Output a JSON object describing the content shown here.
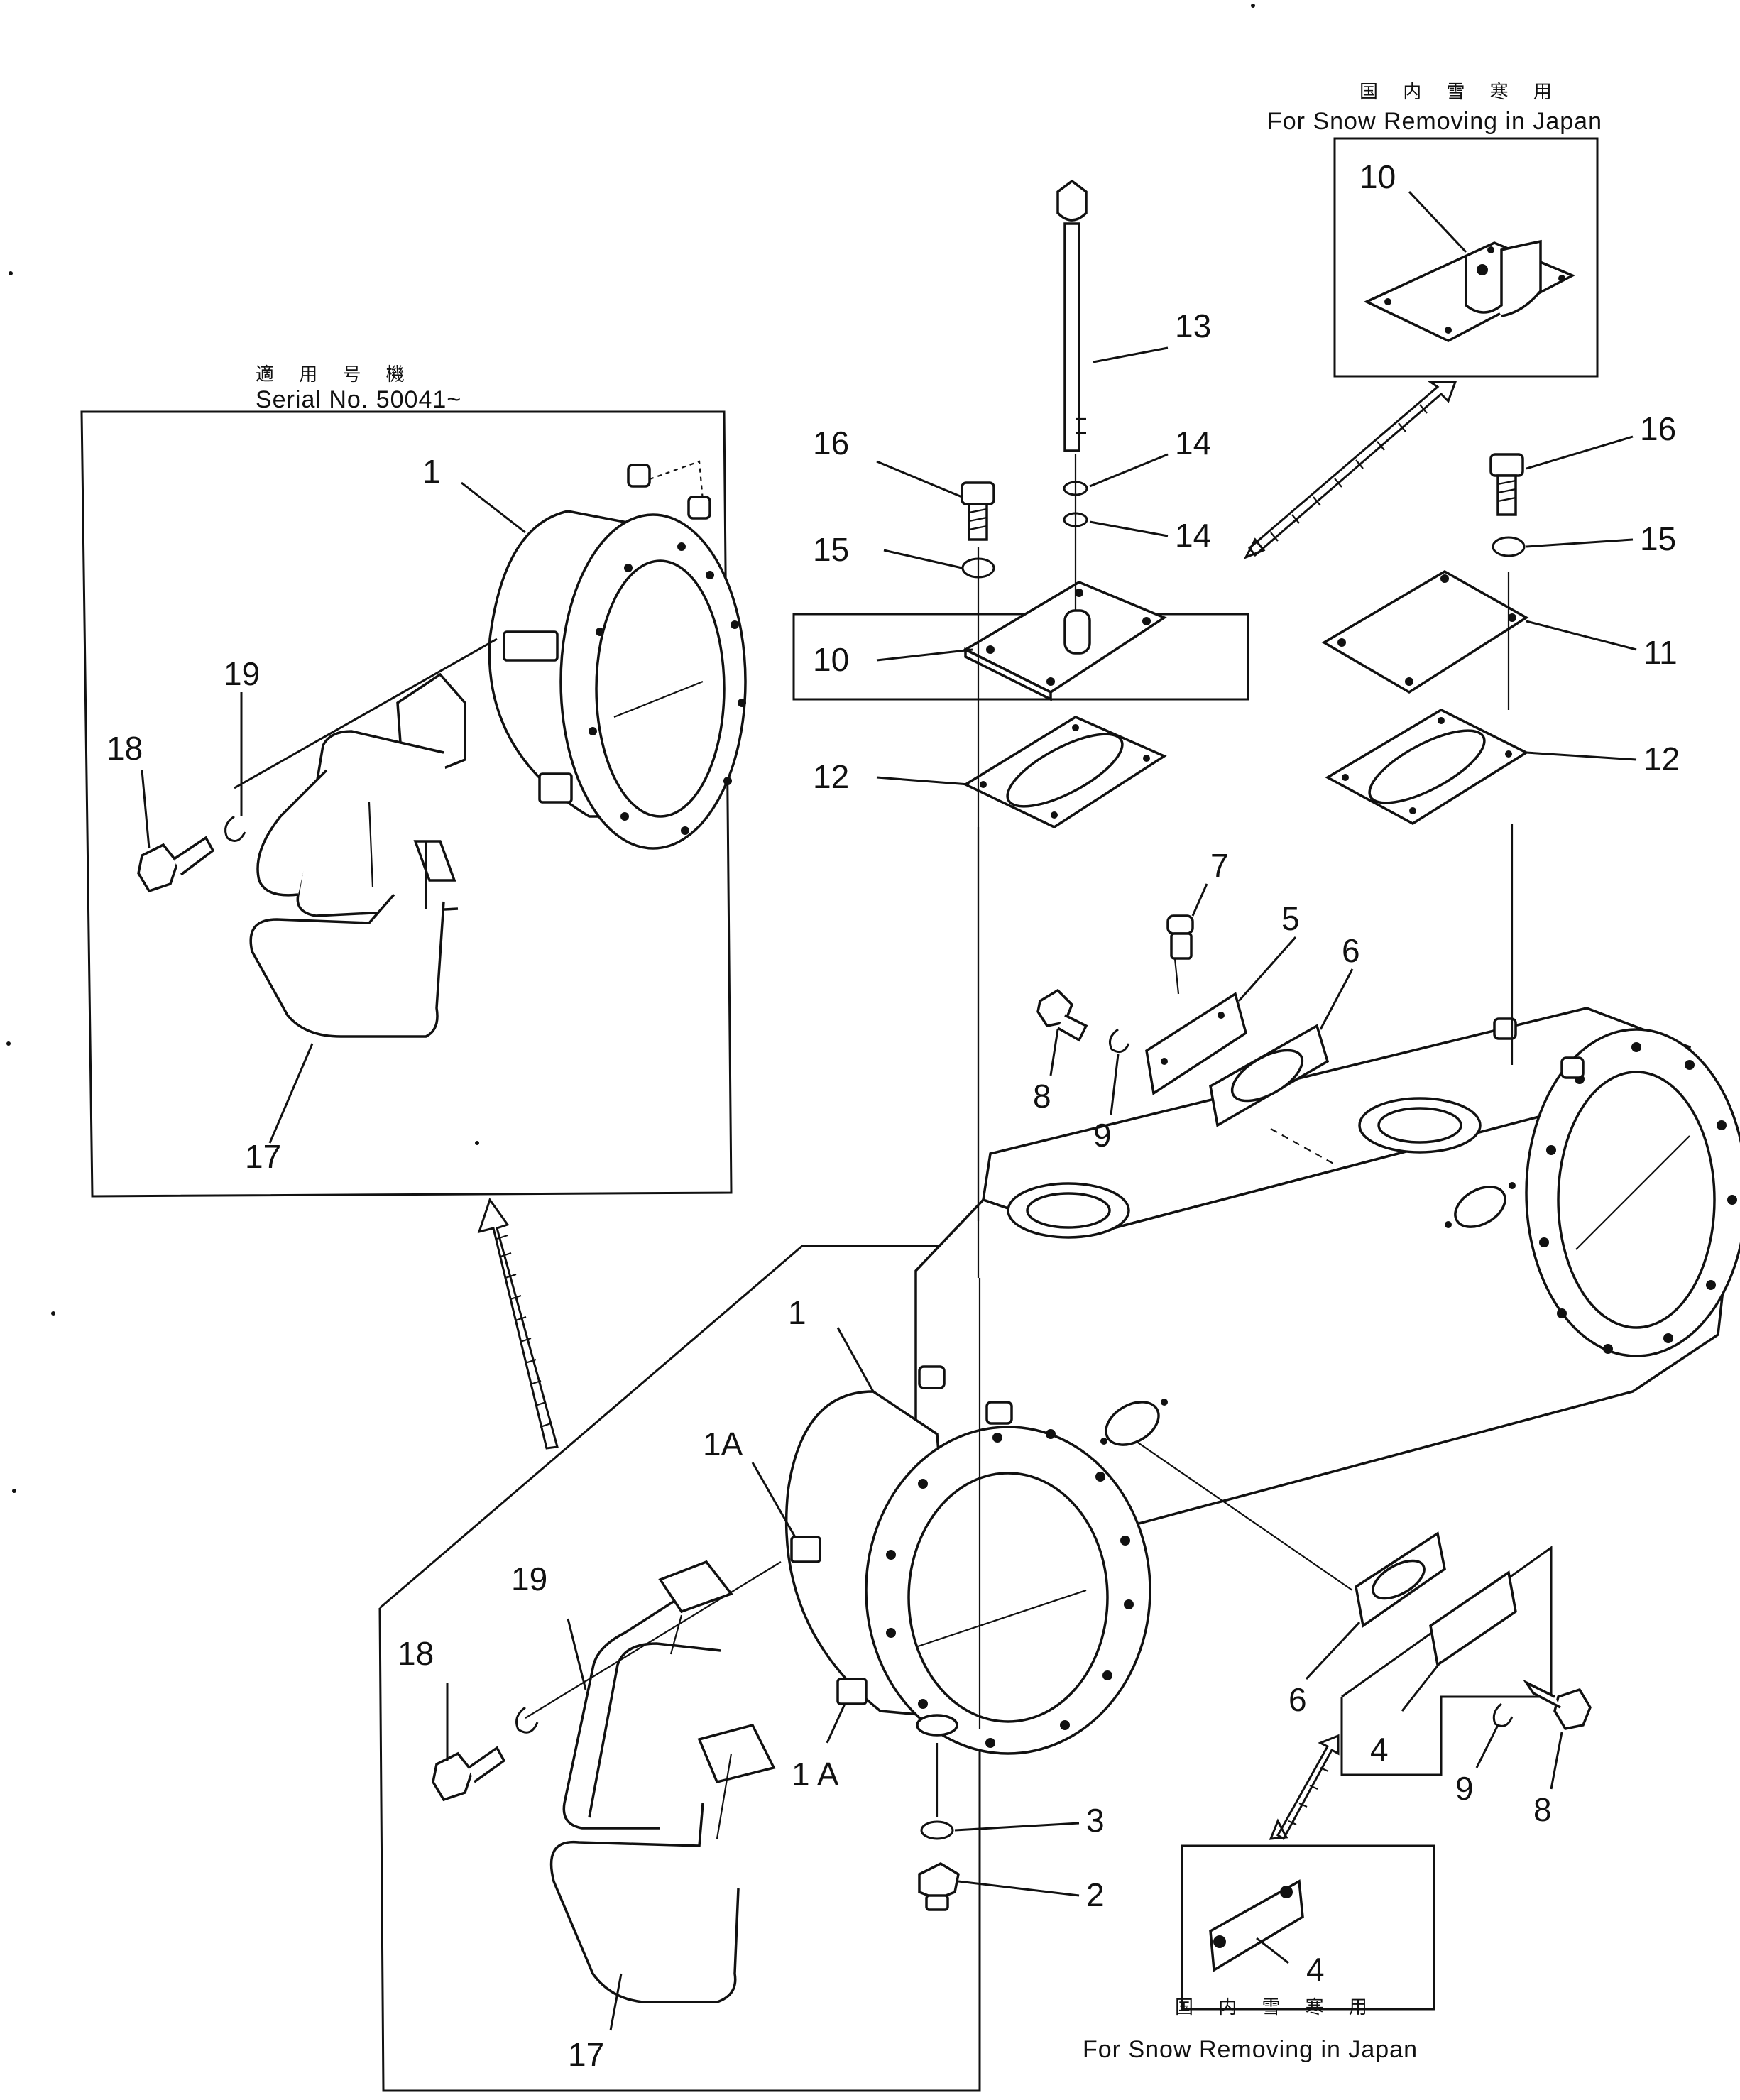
{
  "captions": {
    "snow_top_jp": "国 内 雪 寒 用",
    "snow_top_en": "For Snow Removing in Japan",
    "snow_bottom_jp": "国 内 雪 寒 用",
    "snow_bottom_en": "For Snow Removing in Japan",
    "serial_jp": "適 用 号 機",
    "serial_en": "Serial No. 50041~"
  },
  "callouts": {
    "c1_inset": "1",
    "c1_main": "1",
    "c1a_top": "1A",
    "c1a_bottom": "1 A",
    "c2": "2",
    "c3": "3",
    "c4_main": "4",
    "c4_inset": "4",
    "c5": "5",
    "c6_top": "6",
    "c6_bottom": "6",
    "c7": "7",
    "c8_top": "8",
    "c8_bottom": "8",
    "c9_top": "9",
    "c9_bottom": "9",
    "c10_main": "10",
    "c10_inset": "10",
    "c11": "11",
    "c12_left": "12",
    "c12_right": "12",
    "c13": "13",
    "c14_a": "14",
    "c14_b": "14",
    "c15_left": "15",
    "c15_right": "15",
    "c16_left": "16",
    "c16_right": "16",
    "c17_inset": "17",
    "c17_main": "17",
    "c18_inset": "18",
    "c18_main": "18",
    "c19_inset": "19",
    "c19_main": "19"
  }
}
